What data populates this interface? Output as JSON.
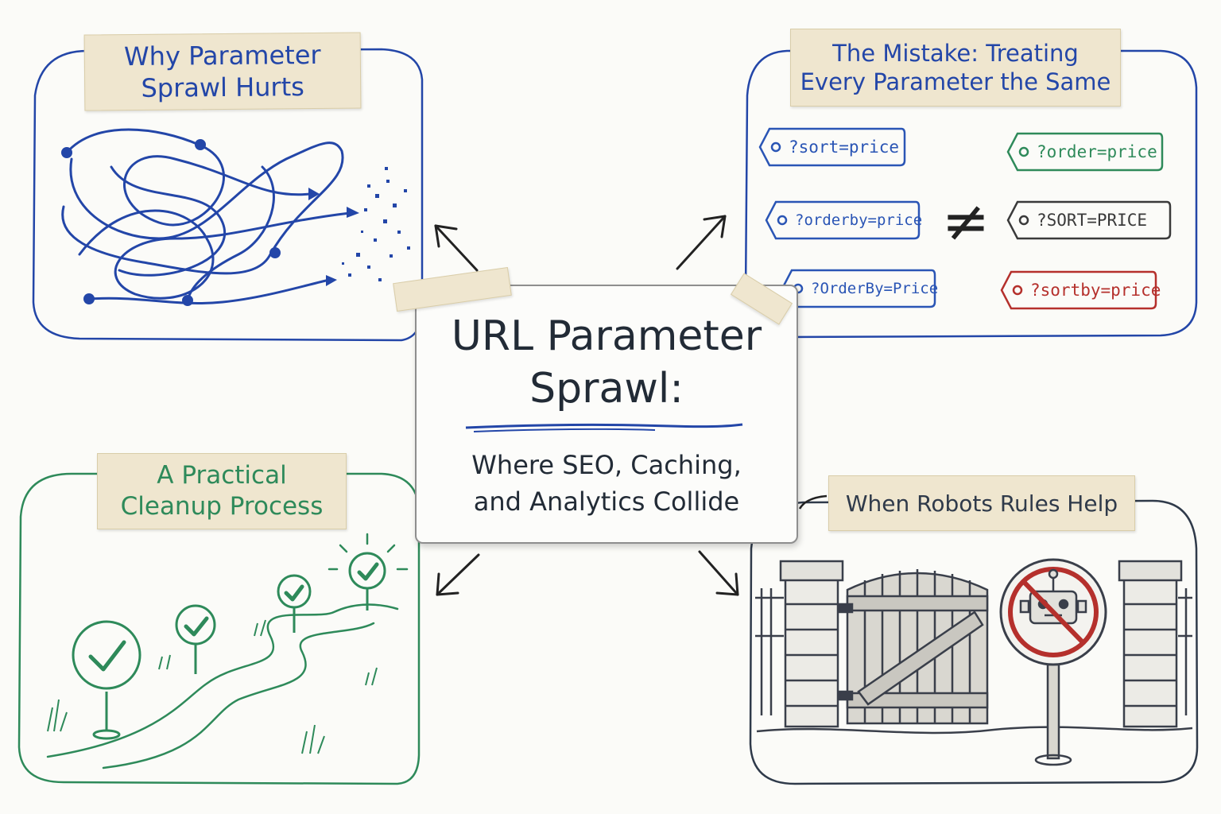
{
  "center": {
    "title_line1": "URL Parameter",
    "title_line2": "Sprawl:",
    "subtitle_line1": "Where SEO, Caching,",
    "subtitle_line2": "and Analytics Collide"
  },
  "panels": {
    "why": {
      "title_line1": "Why Parameter",
      "title_line2": "Sprawl Hurts",
      "color": "#2346a8"
    },
    "mistake": {
      "title_line1": "The Mistake: Treating",
      "title_line2": "Every Parameter the Same",
      "color": "#2346a8",
      "not_equal": "≠",
      "tags": [
        {
          "label": "?sort=price",
          "color": "#2a55b5"
        },
        {
          "label": "?orderby=price",
          "color": "#2a55b5"
        },
        {
          "label": "?OrderBy=Price",
          "color": "#2a55b5"
        },
        {
          "label": "?order=price",
          "color": "#2e8a5a"
        },
        {
          "label": "?SORT=PRICE",
          "color": "#3a3a3a"
        },
        {
          "label": "?sortby=price",
          "color": "#b5302c"
        }
      ]
    },
    "cleanup": {
      "title_line1": "A Practical",
      "title_line2": "Cleanup Process",
      "color": "#2e8a5a"
    },
    "robots": {
      "title": "When Robots Rules Help",
      "color": "#2f3a4a"
    }
  }
}
